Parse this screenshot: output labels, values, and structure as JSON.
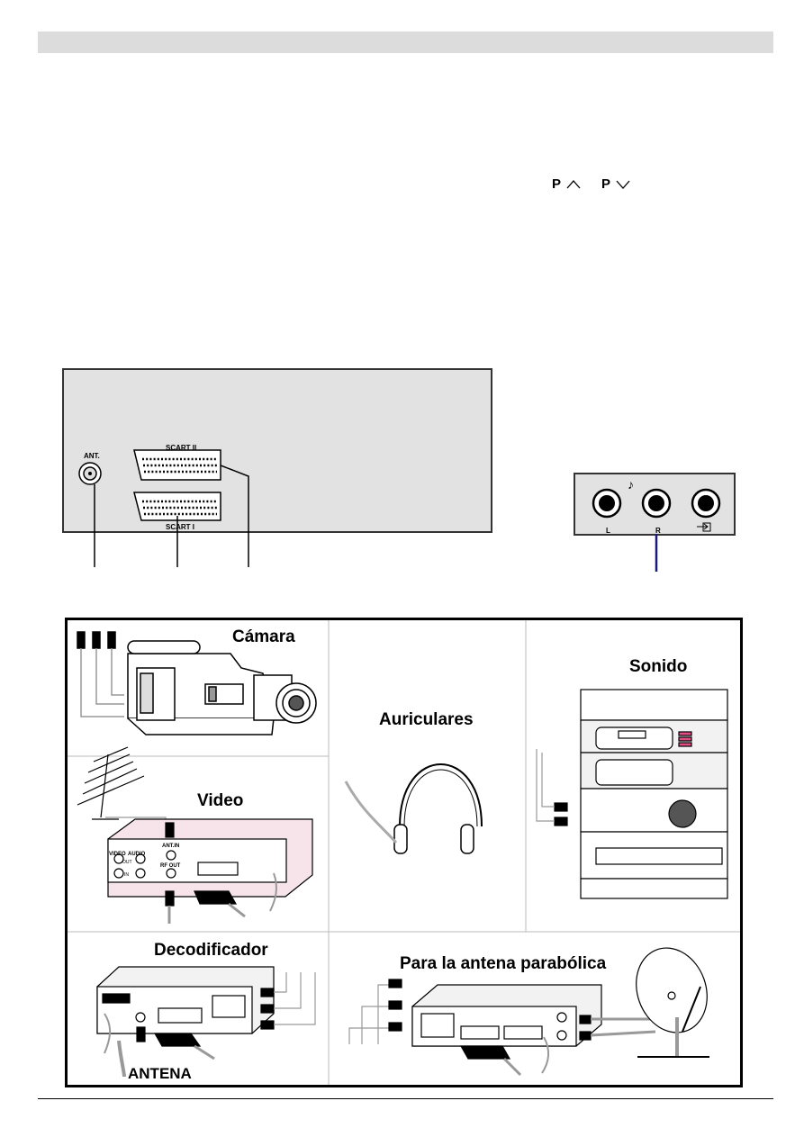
{
  "program_keys": {
    "up_label": "P",
    "down_label": "P"
  },
  "rear_panel": {
    "antenna_label": "ANT.",
    "scart2_label": "SCART  II",
    "scart1_label": "SCART  I"
  },
  "audio_panel": {
    "left_label": "L",
    "right_label": "R",
    "note_symbol": "♪"
  },
  "connections": {
    "camera_title": "Cámara",
    "headphones_title": "Auriculares",
    "sound_title": "Sonido",
    "video_title": "Video",
    "decoder_title": "Decodificador",
    "satellite_title": "Para la antena parabólica",
    "antenna_label": "ANTENA",
    "video_labels": {
      "video": "VIDEO",
      "audio": "AUDIO",
      "out": "OUT",
      "in": "IN",
      "ant_in": "ANT.IN",
      "rf_out": "RF OUT"
    }
  },
  "colors": {
    "panel": "#e2e2e2",
    "header": "#dcdcdc",
    "accent_line": "#1a1a7a",
    "pink": "#f6e4ea"
  }
}
